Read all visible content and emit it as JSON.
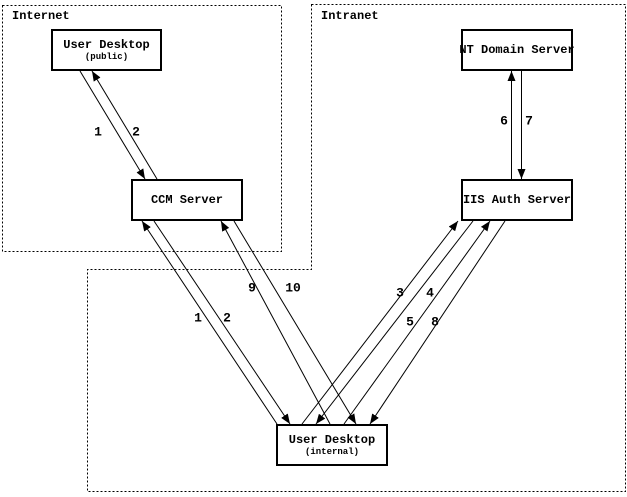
{
  "diagram": {
    "zones": {
      "internet": "Internet",
      "intranet": "Intranet"
    },
    "nodes": {
      "user_desktop_public": {
        "title": "User Desktop",
        "subtitle": "(public)"
      },
      "ccm_server": {
        "title": "CCM Server"
      },
      "nt_domain_server": {
        "title": "NT Domain Server"
      },
      "iis_auth_server": {
        "title": "IIS Auth Server"
      },
      "user_desktop_internal": {
        "title": "User Desktop",
        "subtitle": "(internal)"
      }
    },
    "edge_labels": {
      "public_to_ccm_request": "1",
      "ccm_to_public_response": "2",
      "internal_to_ccm_request": "1",
      "ccm_to_internal_response": "2",
      "internal_to_iis_request_a": "3",
      "iis_to_internal_response_a": "4",
      "internal_to_iis_request_b": "5",
      "iis_to_internal_response_b": "8",
      "iis_to_nt_request": "6",
      "nt_to_iis_response": "7",
      "internal_to_ccm_request_b": "9",
      "ccm_to_internal_response_b": "10"
    },
    "colors": {
      "line": "#000000",
      "background": "#ffffff"
    }
  }
}
